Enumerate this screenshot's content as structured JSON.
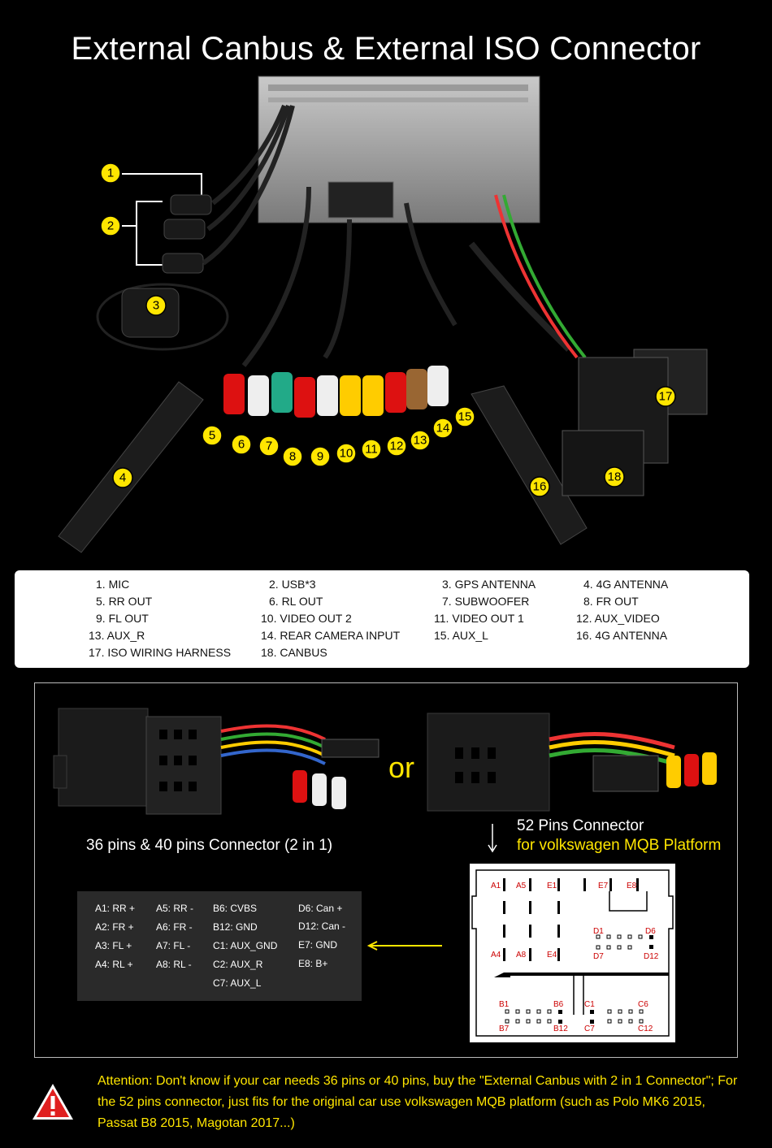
{
  "title": "External Canbus & External ISO Connector",
  "callouts": [
    "1",
    "2",
    "3",
    "4",
    "5",
    "6",
    "7",
    "8",
    "9",
    "10",
    "11",
    "12",
    "13",
    "14",
    "15",
    "16",
    "17",
    "18"
  ],
  "legend": {
    "items": [
      "1. MIC",
      "2. USB*3",
      "3. GPS ANTENNA",
      "4. 4G ANTENNA",
      "5. RR OUT",
      "6. RL OUT",
      "7. SUBWOOFER",
      "8. FR OUT",
      "9. FL OUT",
      "10. VIDEO OUT 2",
      "11. VIDEO OUT 1",
      "12. AUX_VIDEO",
      "13. AUX_R",
      "14. REAR CAMERA INPUT",
      "15. AUX_L",
      "16. 4G ANTENNA",
      "17. ISO WIRING HARNESS",
      "18. CANBUS"
    ]
  },
  "connectors": {
    "or": "or",
    "left_caption": "36 pins & 40 pins Connector (2 in 1)",
    "right_caption_1": "52 Pins Connector",
    "right_caption_2": "for volkswagen MQB Platform"
  },
  "pin_table": {
    "col1": [
      "A1: RR +",
      "A2: FR +",
      "A3: FL +",
      "A4: RL +"
    ],
    "col2": [
      "A5: RR -",
      "A6: FR -",
      "A7: FL -",
      "A8: RL -"
    ],
    "col3": [
      "B6: CVBS",
      "B12: GND",
      "C1: AUX_GND",
      "C2: AUX_R",
      "C7: AUX_L"
    ],
    "col4": [
      "D6: Can +",
      "D12: Can -",
      "E7: GND",
      "E8: B+"
    ]
  },
  "pin_labels": {
    "A1": "A1",
    "A5": "A5",
    "E1": "E1",
    "E7": "E7",
    "E8": "E8",
    "D1": "D1",
    "D6": "D6",
    "D7": "D7",
    "D12": "D12",
    "A4": "A4",
    "A8": "A8",
    "E4": "E4",
    "B1": "B1",
    "B6": "B6",
    "C1": "C1",
    "C6": "C6",
    "B7": "B7",
    "B12": "B12",
    "C7": "C7",
    "C12": "C12"
  },
  "attention": "Attention: Don't know if your car needs 36 pins or 40 pins, buy the \"External Canbus with 2 in 1 Connector\"; For the 52 pins connector, just fits for the original car use volkswagen MQB platform (such as Polo MK6 2015, Passat B8 2015, Magotan 2017...)"
}
